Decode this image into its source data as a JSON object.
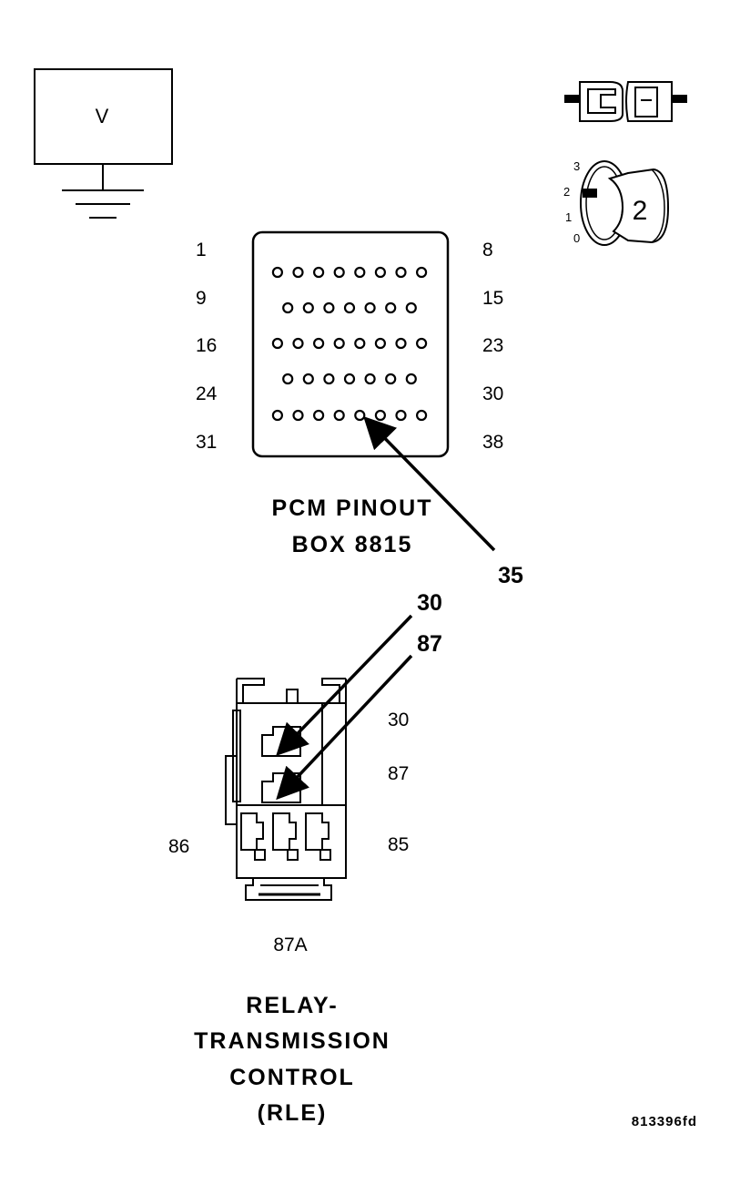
{
  "meter": {
    "symbol": "V"
  },
  "ignition": {
    "positions": [
      "3",
      "2",
      "1",
      "0"
    ],
    "key_label": "2"
  },
  "pcm_connector": {
    "row_start_labels": [
      "1",
      "9",
      "16",
      "24",
      "31"
    ],
    "row_end_labels": [
      "8",
      "15",
      "23",
      "30",
      "38"
    ],
    "row_pin_counts": [
      8,
      7,
      8,
      7,
      8
    ],
    "title_line1": "PCM PINOUT",
    "title_line2": "BOX 8815",
    "callout": "35"
  },
  "relay": {
    "callout_top": "30",
    "callout_bottom": "87",
    "terminal_labels": {
      "t30": "30",
      "t87": "87",
      "t86": "86",
      "t85": "85",
      "t87a": "87A"
    },
    "title_lines": [
      "RELAY-",
      "TRANSMISSION",
      "CONTROL",
      "(RLE)"
    ]
  },
  "figure_id": "813396fd"
}
